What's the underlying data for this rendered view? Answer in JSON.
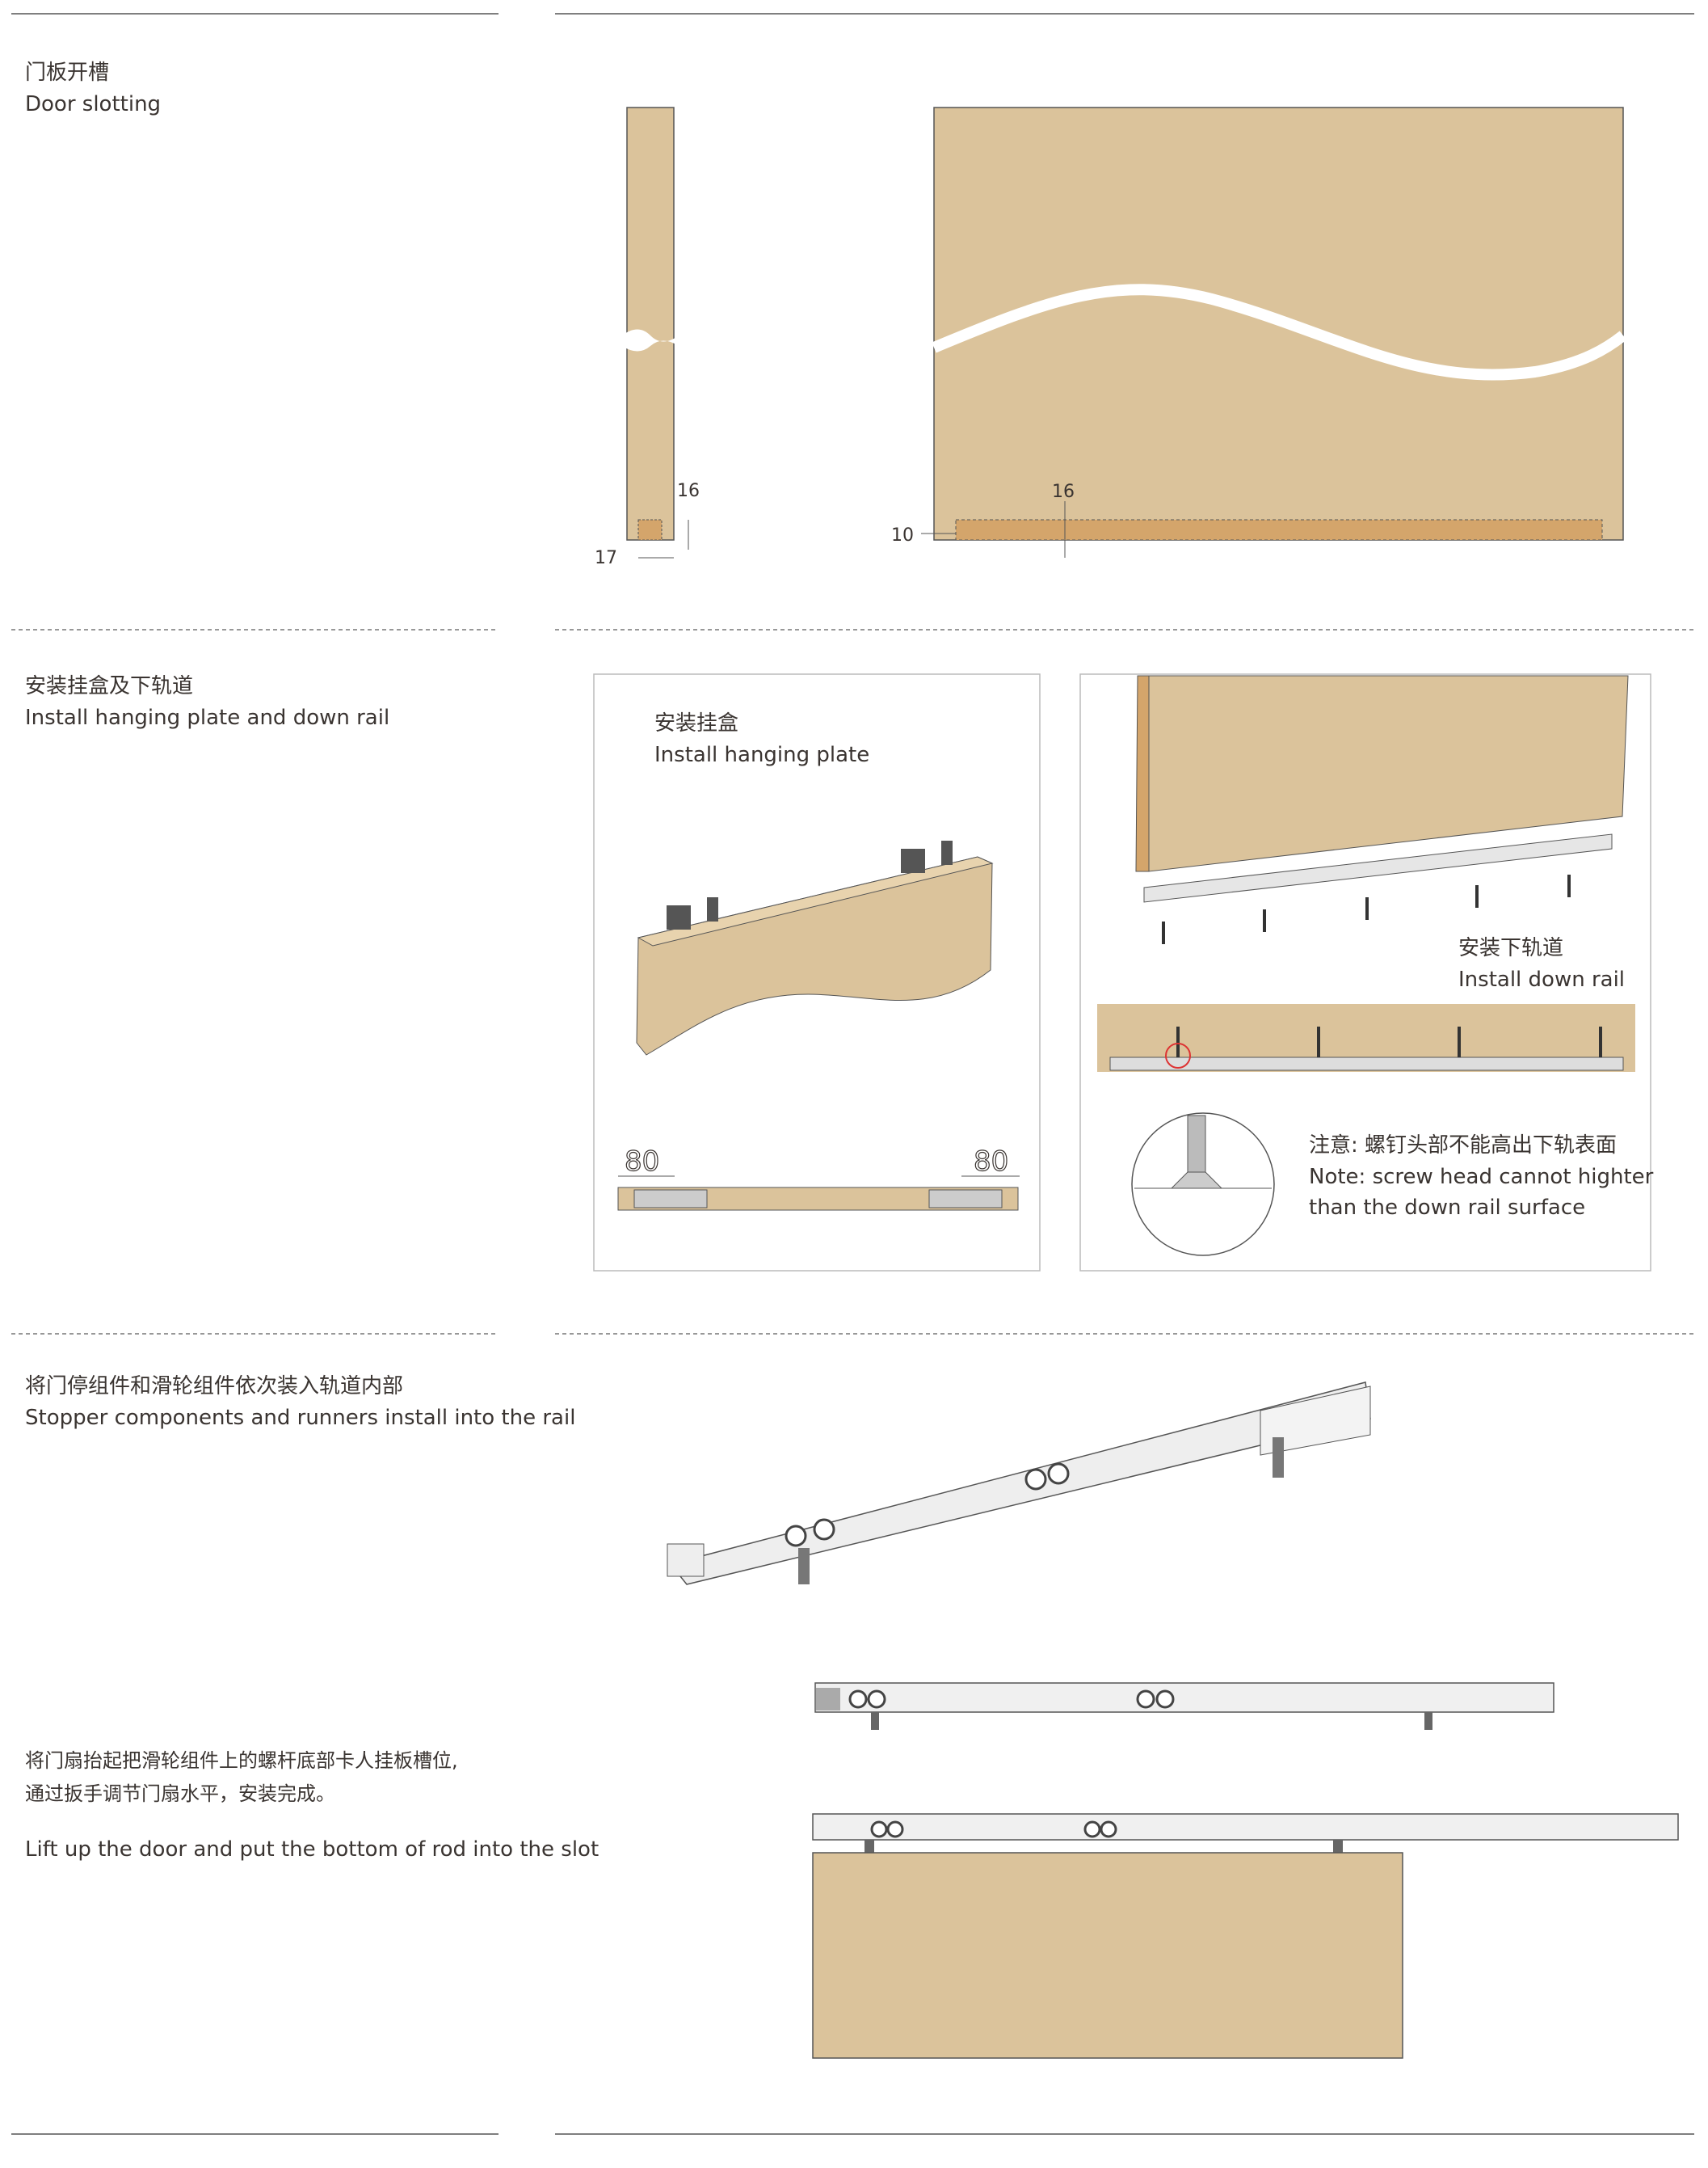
{
  "sections": [
    {
      "title_zh": "门板开槽",
      "title_en": "Door slotting"
    },
    {
      "title_zh": "安装挂盒及下轨道",
      "title_en": "Install hanging plate and down rail"
    },
    {
      "title_zh": "将门停组件和滑轮组件依次装入轨道内部",
      "title_en": "Stopper components and runners install into the rail"
    },
    {
      "title_zh_line1": "将门扇抬起把滑轮组件上的螺杆底部卡人挂板槽位,",
      "title_zh_line2": "通过扳手调节门扇水平，安装完成。",
      "title_en": "Lift up the door and put the bottom of rod into the slot"
    }
  ],
  "slotting_dims": {
    "side_height": "16",
    "side_width": "17",
    "front_offset": "10",
    "front_height": "16"
  },
  "hanging_plate": {
    "label_zh": "安装挂盒",
    "label_en": "Install hanging plate",
    "dim_left": "80",
    "dim_right": "80"
  },
  "down_rail": {
    "label_zh": "安装下轨道",
    "label_en": "Install down rail",
    "note_zh": "注意: 螺钉头部不能高出下轨表面",
    "note_en_line1": "Note: screw head cannot highter",
    "note_en_line2": "than the down rail surface"
  },
  "colors": {
    "wood": "#dbc39b",
    "slot": "#d4a56b",
    "line": "#555555"
  }
}
